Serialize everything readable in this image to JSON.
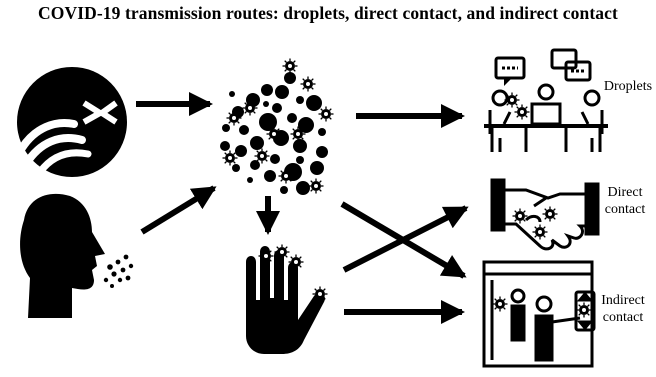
{
  "title": "COVID-19 transmission routes: droplets, direct contact, and indirect contact",
  "labels": {
    "droplets": "Droplets",
    "direct_line1": "Direct",
    "direct_line2": "contact",
    "indirect_line1": "Indirect",
    "indirect_line2": "contact"
  },
  "colors": {
    "ink": "#000000",
    "background": "#ffffff"
  },
  "icons": [
    "sneezing-face-icon",
    "coughing-head-icon",
    "virus-cloud-icon",
    "contaminated-hand-icon",
    "meeting-people-icon",
    "handshake-icon",
    "elevator-icon"
  ]
}
